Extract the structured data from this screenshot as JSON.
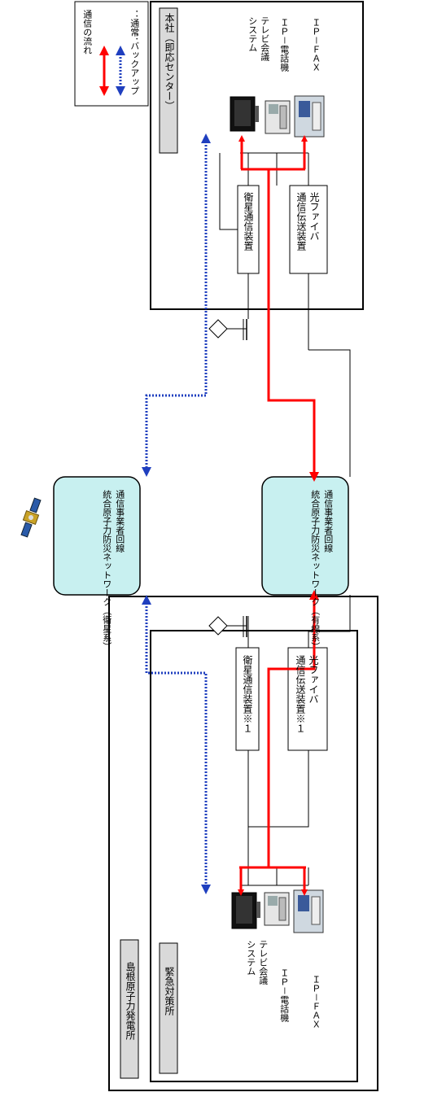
{
  "legend": {
    "title": "通信の流れ",
    "normal": "：通常",
    "backup": "：バックアップ",
    "normal_color": "#ff0000",
    "backup_color": "#1f3fbf"
  },
  "hq": {
    "label": "本社（即応センター）",
    "satellite_device": "衛星通信装置",
    "fiber_line1": "光ファイバ",
    "fiber_line2": "通信伝送装置",
    "tv_line1": "テレビ会議",
    "tv_line2": "システム",
    "ip_phone": "ＩＰ－電話機",
    "ip_fax": "ＩＰ－ＦＡＸ"
  },
  "network": {
    "satellite_lines": [
      "統",
      "合",
      "原",
      "子",
      "力",
      "防",
      "災",
      "ネ",
      "ッ",
      "ト",
      "ワ",
      "ー",
      "ク",
      "（衛星系）",
      "通信事業者回線"
    ],
    "satellite_text": "統合原子力防災ネットワーク（衛星系）",
    "satellite_sub": "通信事業者回線",
    "wired_text": "統合原子力防災ネットワーク（有線系）",
    "wired_sub": "通信事業者回線",
    "box_fill": "#c8f0f0"
  },
  "plant": {
    "outer_label": "島根原子力発電所",
    "inner_label": "緊急対策所",
    "satellite_device": "衛星通信装置※１",
    "fiber_line1": "光ファイバ",
    "fiber_line2": "通信伝送装置※１",
    "tv_line1": "テレビ会議",
    "tv_line2": "システム",
    "ip_phone": "ＩＰ－電話機",
    "ip_fax": "ＩＰ－ＦＡＸ"
  }
}
